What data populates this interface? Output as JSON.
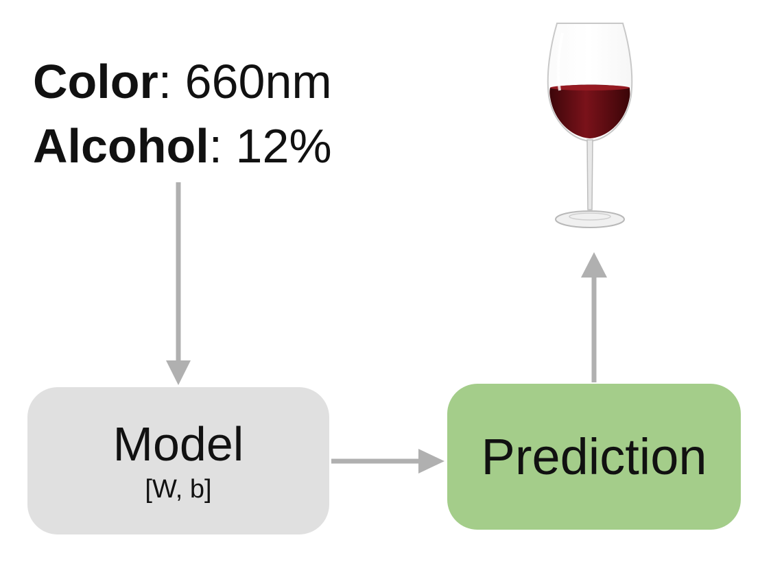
{
  "features": [
    {
      "key": "Color",
      "separator": ":",
      "value": " 660nm"
    },
    {
      "key": "Alcohol",
      "separator": ":",
      "value": " 12%"
    }
  ],
  "model": {
    "title": "Model",
    "params": "[W, b]",
    "fill": "#e0e0e0"
  },
  "prediction": {
    "title": "Prediction",
    "fill": "#a4cd8a"
  },
  "arrow_color": "#b0b0b0",
  "output_image": {
    "icon": "red-wine-glass-icon",
    "wine_color": "#6e0f14"
  }
}
